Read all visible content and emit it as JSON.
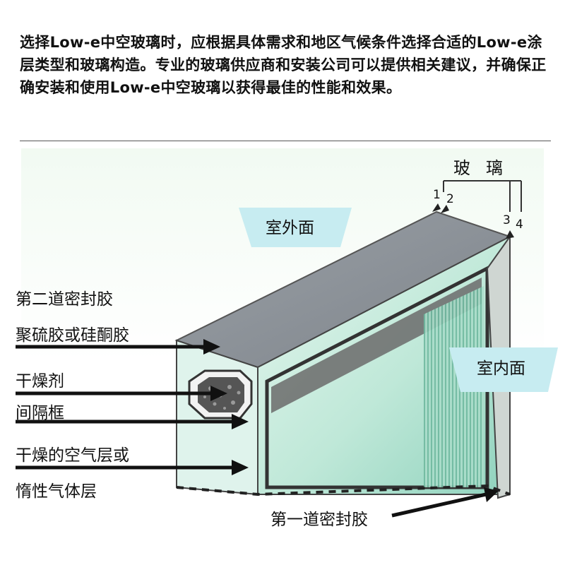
{
  "intro_text": "选择Low-e中空玻璃时，应根据具体需求和地区气候条件选择合适的Low-e涂层类型和玻璃构造。专业的玻璃供应商和安装公司可以提供相关建议，并确保正确安装和使用Low-e中空玻璃以获得最佳的性能和效果。",
  "diagram": {
    "glass_label": "玻璃",
    "surface_numbers": [
      "1",
      "2",
      "3",
      "4"
    ],
    "outdoor_tag": "室外面",
    "indoor_tag": "室内面",
    "labels": {
      "secondary_seal": "第二道密封胶",
      "secondary_seal_material": "聚硫胶或硅酮胶",
      "desiccant": "干燥剂",
      "spacer_frame": "间隔框",
      "air_layer": "干燥的空气层或",
      "inert_gas_layer": "惰性气体层",
      "primary_seal": "第一道密封胶"
    }
  }
}
